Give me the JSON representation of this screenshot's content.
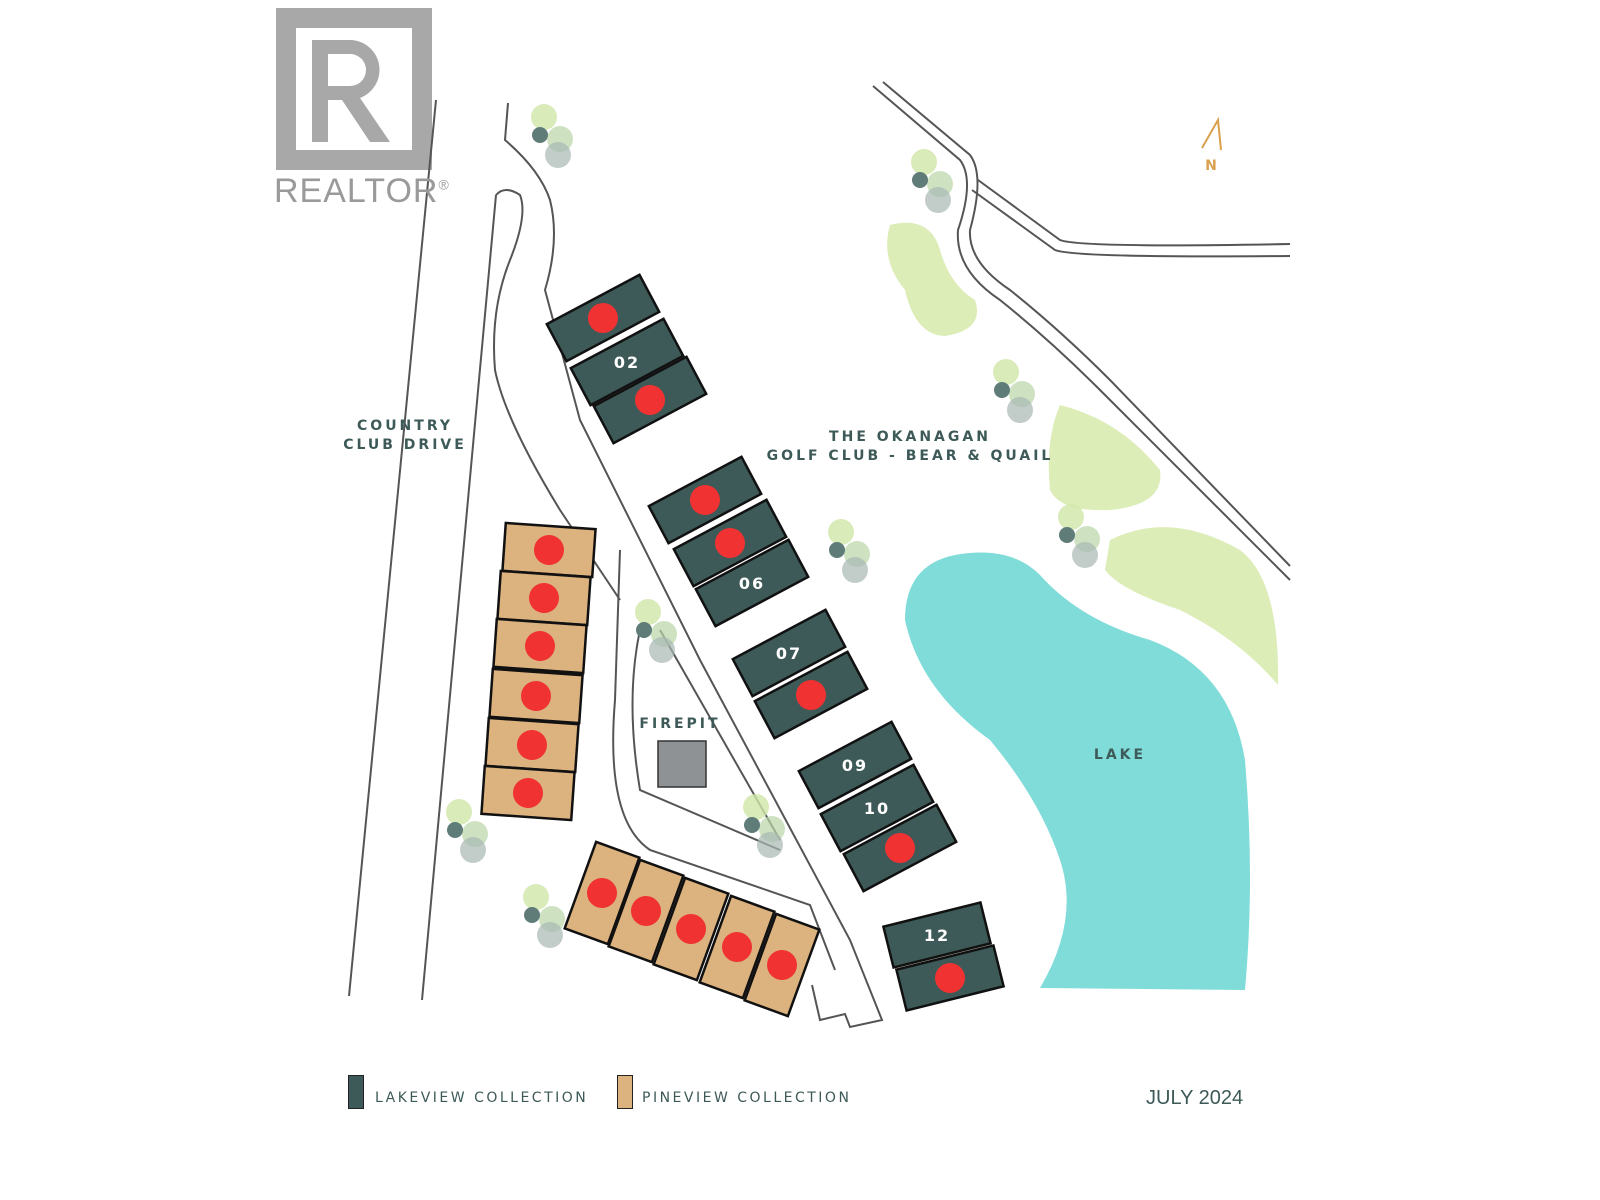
{
  "logo": {
    "text": "REALTOR",
    "mark": "®"
  },
  "compass": {
    "label": "N"
  },
  "labels": {
    "road": [
      "COUNTRY",
      "CLUB DRIVE"
    ],
    "golf": [
      "THE OKANAGAN",
      "GOLF CLUB - BEAR & QUAIL"
    ],
    "lake": "LAKE",
    "firepit": "FIREPIT"
  },
  "units": {
    "u02": "02",
    "u06": "06",
    "u07": "07",
    "u09": "09",
    "u10": "10",
    "u12": "12"
  },
  "legend": {
    "lakeview": "LAKEVIEW COLLECTION",
    "pineview": "PINEVIEW COLLECTION",
    "date": "JULY 2024"
  },
  "colors": {
    "lakeview": "#3d5a58",
    "pineview": "#dcb27e",
    "sold_dot": "#f03232",
    "lake": "#80dcd9",
    "green": "#dcedb8"
  }
}
